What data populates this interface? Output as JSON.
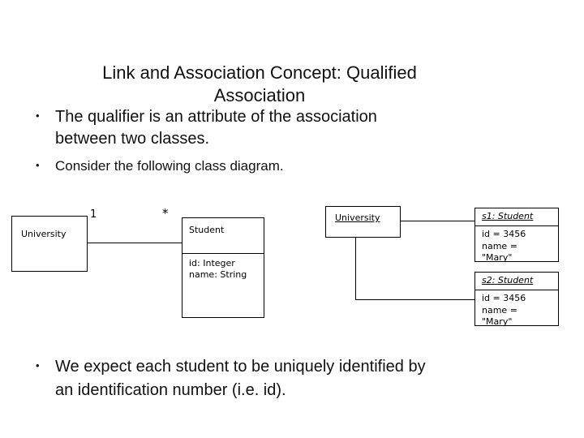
{
  "title": {
    "lines": [
      "Link and Association Concept: Qualified",
      "Association"
    ]
  },
  "bullets": [
    {
      "marker": "•",
      "lines": [
        "The qualifier is an attribute of the association",
        "between two classes."
      ]
    },
    {
      "marker": "•",
      "lines": [
        "Consider the following class diagram."
      ]
    },
    {
      "marker": "•",
      "lines": [
        "We expect each student to be uniquely identified by",
        "an identification number (i.e. id)."
      ]
    }
  ],
  "class_diagram": {
    "university": {
      "name": "University"
    },
    "association": {
      "left_multiplicity": "1",
      "right_multiplicity": "*"
    },
    "student": {
      "name": "Student",
      "attribute_lines": {
        "0": "id: Integer",
        "1": "name: String"
      }
    }
  },
  "object_diagram": {
    "university": {
      "name": "University"
    },
    "s1": {
      "name": "s1: Student",
      "attribute_lines": {
        "0": "id = 3456",
        "1": "name =",
        "2": "\"Mary\""
      }
    },
    "s2": {
      "name": "s2: Student",
      "attribute_lines": {
        "0": "id = 3456",
        "1": "name =",
        "2": "\"Mary\""
      }
    }
  },
  "colors": {
    "text": "#000000",
    "line": "#000000",
    "background": "#ffffff"
  }
}
